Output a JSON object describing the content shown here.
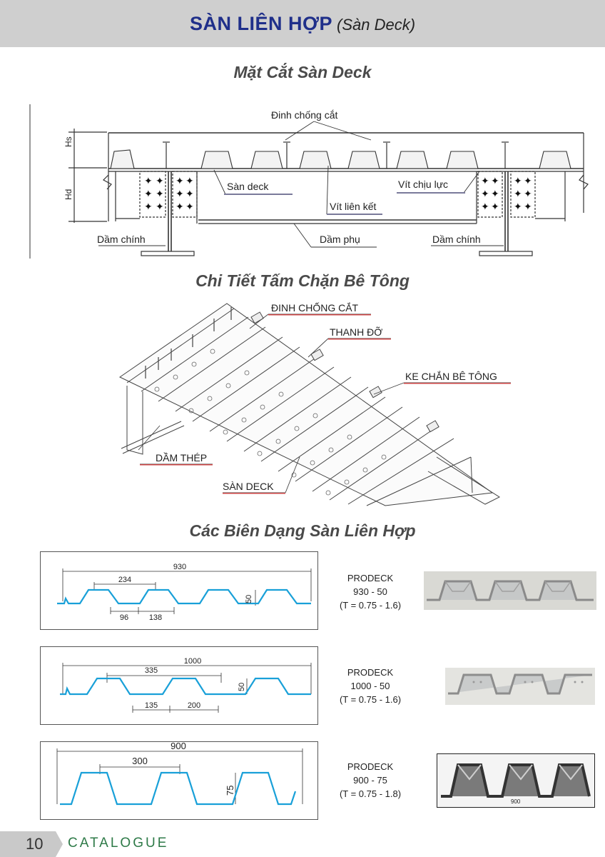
{
  "header": {
    "title_main": "SÀN LIÊN HỢP",
    "title_sub": "(Sàn Deck)"
  },
  "sections": {
    "cross_section": "Mặt Cắt Sàn Deck",
    "concrete_stop": "Chi Tiết Tấm Chặn Bê Tông",
    "profiles": "Các Biên Dạng Sàn Liên Hợp"
  },
  "section_drawing": {
    "hs": "Hs",
    "hd": "Hd",
    "shear_stud": "Đinh chống cắt",
    "deck": "Sàn deck",
    "bearing_screw": "Vít chịu lực",
    "connection_screw": "Vít liên kết",
    "main_beam_left": "Dầm chính",
    "secondary_beam": "Dầm phụ",
    "main_beam_right": "Dầm chính"
  },
  "iso_drawing": {
    "shear_stud": "ĐINH CHỐNG CẮT",
    "support_bar": "THANH ĐỠ",
    "concrete_stop": "KE CHẮN BÊ TÔNG",
    "steel_beam": "DẦM THÉP",
    "deck": "SÀN DECK"
  },
  "profiles": [
    {
      "name": "PRODECK",
      "size": "930 - 50",
      "thickness": "(T = 0.75 - 1.6)",
      "dims": {
        "total": "930",
        "pitch": "234",
        "height": "50",
        "bottom": "96",
        "top": "138"
      }
    },
    {
      "name": "PRODECK",
      "size": "1000 - 50",
      "thickness": "(T = 0.75 - 1.6)",
      "dims": {
        "total": "1000",
        "pitch": "335",
        "height": "50",
        "bottom": "135",
        "top": "200"
      }
    },
    {
      "name": "PRODECK",
      "size": "900 - 75",
      "thickness": "(T = 0.75 - 1.8)",
      "dims": {
        "total": "900",
        "pitch": "300",
        "height": "75"
      },
      "photo_label": "900"
    }
  ],
  "footer": {
    "page": "10",
    "label": "CATALOGUE"
  },
  "colors": {
    "title_blue": "#1f2f8a",
    "profile_blue": "#19a0d8",
    "footer_green": "#2e7a48",
    "header_gray": "#cfcfcf"
  }
}
